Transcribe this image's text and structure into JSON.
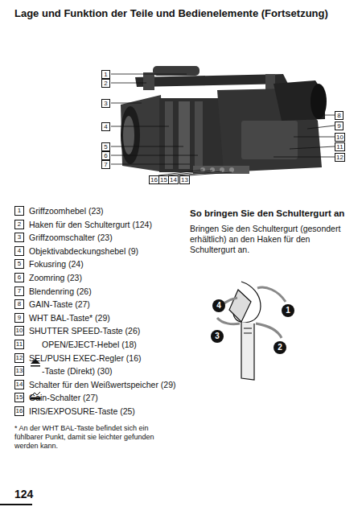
{
  "diagram": {
    "title": "Lage und Funktion der Teile und Bedienelemente (Fortsetzung)",
    "labels": [
      "1",
      "2",
      "3",
      "4",
      "5",
      "6",
      "7",
      "8",
      "9",
      "10",
      "11",
      "12",
      "16",
      "15",
      "14",
      "13",
      "1",
      "Griffzoomhebel (23)",
      "2",
      "Haken für den Schultergurt (124)",
      "3",
      "Griffzoomschalter (23)",
      "4",
      "Objektivabdeckungshebel (9)",
      "5",
      "Fokusring (24)",
      "6",
      "Zoomring (23)",
      "7",
      "Blendenring (26)",
      "8",
      "GAIN-Taste (27)",
      "9",
      "WHT BAL-Taste* (29)",
      "10",
      "SHUTTER SPEED-Taste (26)",
      "11",
      "OPEN/EJECT-Hebel (18)",
      "12",
      "SEL/PUSH EXEC-Regler (16)",
      "13",
      "-Taste (Direkt) (30)",
      "14",
      "Schalter für den Weißwertspeicher (29)",
      "15",
      "Gain-Schalter (27)",
      "16",
      "IRIS/EXPOSURE-Taste (25)",
      "* An der WHT BAL-Taste befindet sich ein fühlbarer Punkt, damit sie leichter gefunden werden kann.",
      "So bringen Sie den Schultergurt an",
      "Bringen Sie den Schultergurt (gesondert erhältlich) an den Haken für den Schultergurt an.",
      "4",
      "1",
      "3",
      "2",
      "124"
    ]
  }
}
